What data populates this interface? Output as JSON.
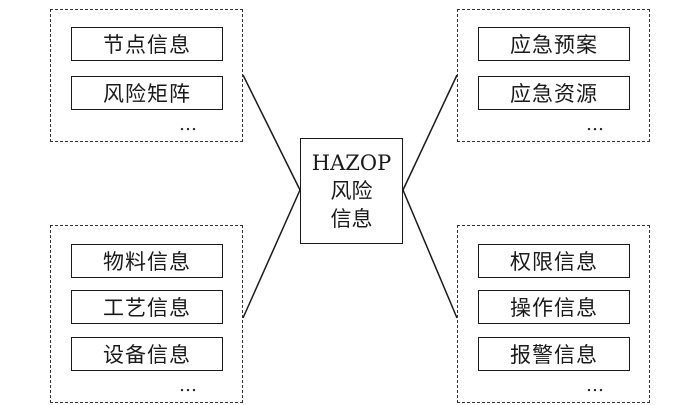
{
  "center": {
    "line1": "HAZOP",
    "line2": "风险",
    "line3": "信息"
  },
  "groups": {
    "top_left": {
      "items": [
        "节点信息",
        "风险矩阵"
      ],
      "ellipsis": "…"
    },
    "top_right": {
      "items": [
        "应急预案",
        "应急资源"
      ],
      "ellipsis": "…"
    },
    "bottom_left": {
      "items": [
        "物料信息",
        "工艺信息",
        "设备信息"
      ],
      "ellipsis": "…"
    },
    "bottom_right": {
      "items": [
        "权限信息",
        "操作信息",
        "报警信息"
      ],
      "ellipsis": "…"
    }
  }
}
